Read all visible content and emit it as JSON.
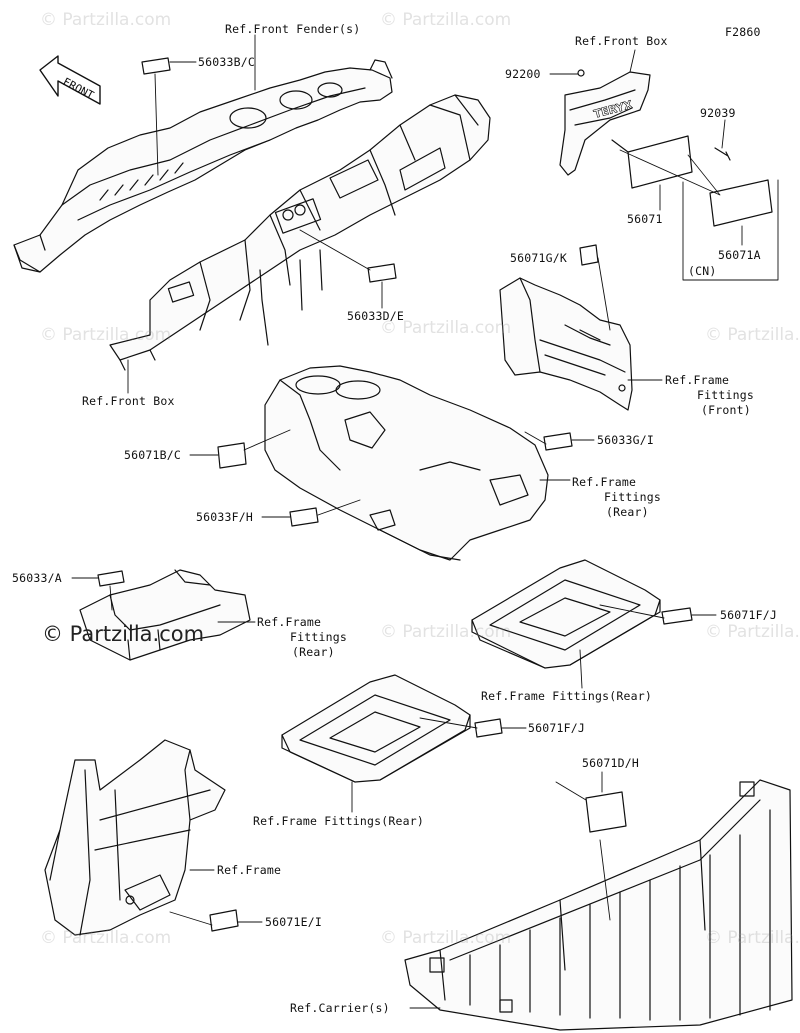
{
  "diagram_id": "F2860",
  "front_arrow": "FRONT",
  "watermark": "© Partzilla.com",
  "labels": {
    "ref_front_fenders": "Ref.Front Fender(s)",
    "p56033bc": "56033B/C",
    "ref_front_box_top": "Ref.Front Box",
    "p92200": "92200",
    "p92039": "92039",
    "p56071": "56071",
    "p56071a": "56071A",
    "cn": "(CN)",
    "p56071gk": "56071G/K",
    "p56033de": "56033D/E",
    "ref_front_box_left": "Ref.Front Box",
    "ref_frame_fittings_front_1": "Ref.Frame",
    "ref_frame_fittings_front_2": "Fittings",
    "ref_frame_fittings_front_3": "(Front)",
    "p56071bc": "56071B/C",
    "p56033gi": "56033G/I",
    "ref_ff_rear_a_1": "Ref.Frame",
    "ref_ff_rear_a_2": "Fittings",
    "ref_ff_rear_a_3": "(Rear)",
    "p56033fh": "56033F/H",
    "p56033a": "56033/A",
    "ref_ff_rear_b_1": "Ref.Frame",
    "ref_ff_rear_b_2": "Fittings",
    "ref_ff_rear_b_3": "(Rear)",
    "p56071fj_1": "56071F/J",
    "ref_ff_rear_c": "Ref.Frame Fittings(Rear)",
    "p56071fj_2": "56071F/J",
    "ref_ff_rear_d": "Ref.Frame Fittings(Rear)",
    "p56071dh": "56071D/H",
    "ref_frame": "Ref.Frame",
    "p56071ei": "56071E/I",
    "ref_carriers": "Ref.Carrier(s)"
  }
}
